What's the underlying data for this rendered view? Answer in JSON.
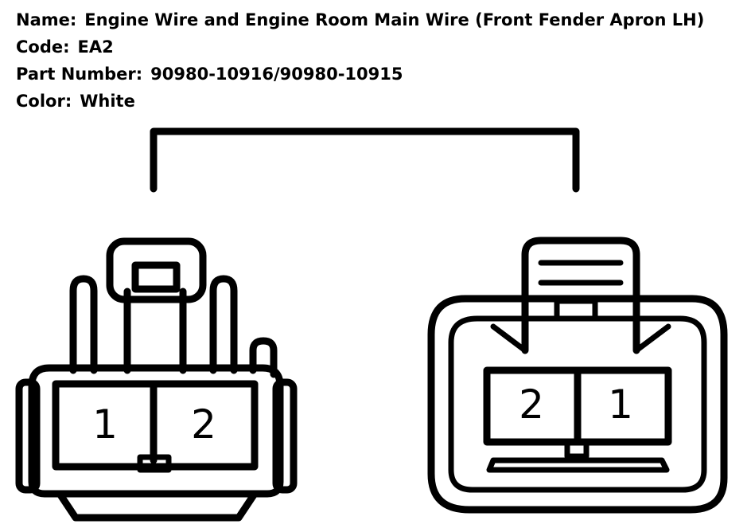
{
  "info": {
    "name_label": "Name:",
    "name_value": "Engine Wire and Engine Room Main Wire (Front Fender Apron LH)",
    "code_label": "Code:",
    "code_value": "EA2",
    "part_label": "Part Number:",
    "part_value": "90980-10916/90980-10915",
    "color_label": "Color:",
    "color_value": "White"
  },
  "connectors": {
    "left": {
      "pins": [
        "1",
        "2"
      ]
    },
    "right": {
      "pins": [
        "2",
        "1"
      ]
    }
  },
  "colors": {
    "stroke": "#000000",
    "background": "#ffffff"
  }
}
